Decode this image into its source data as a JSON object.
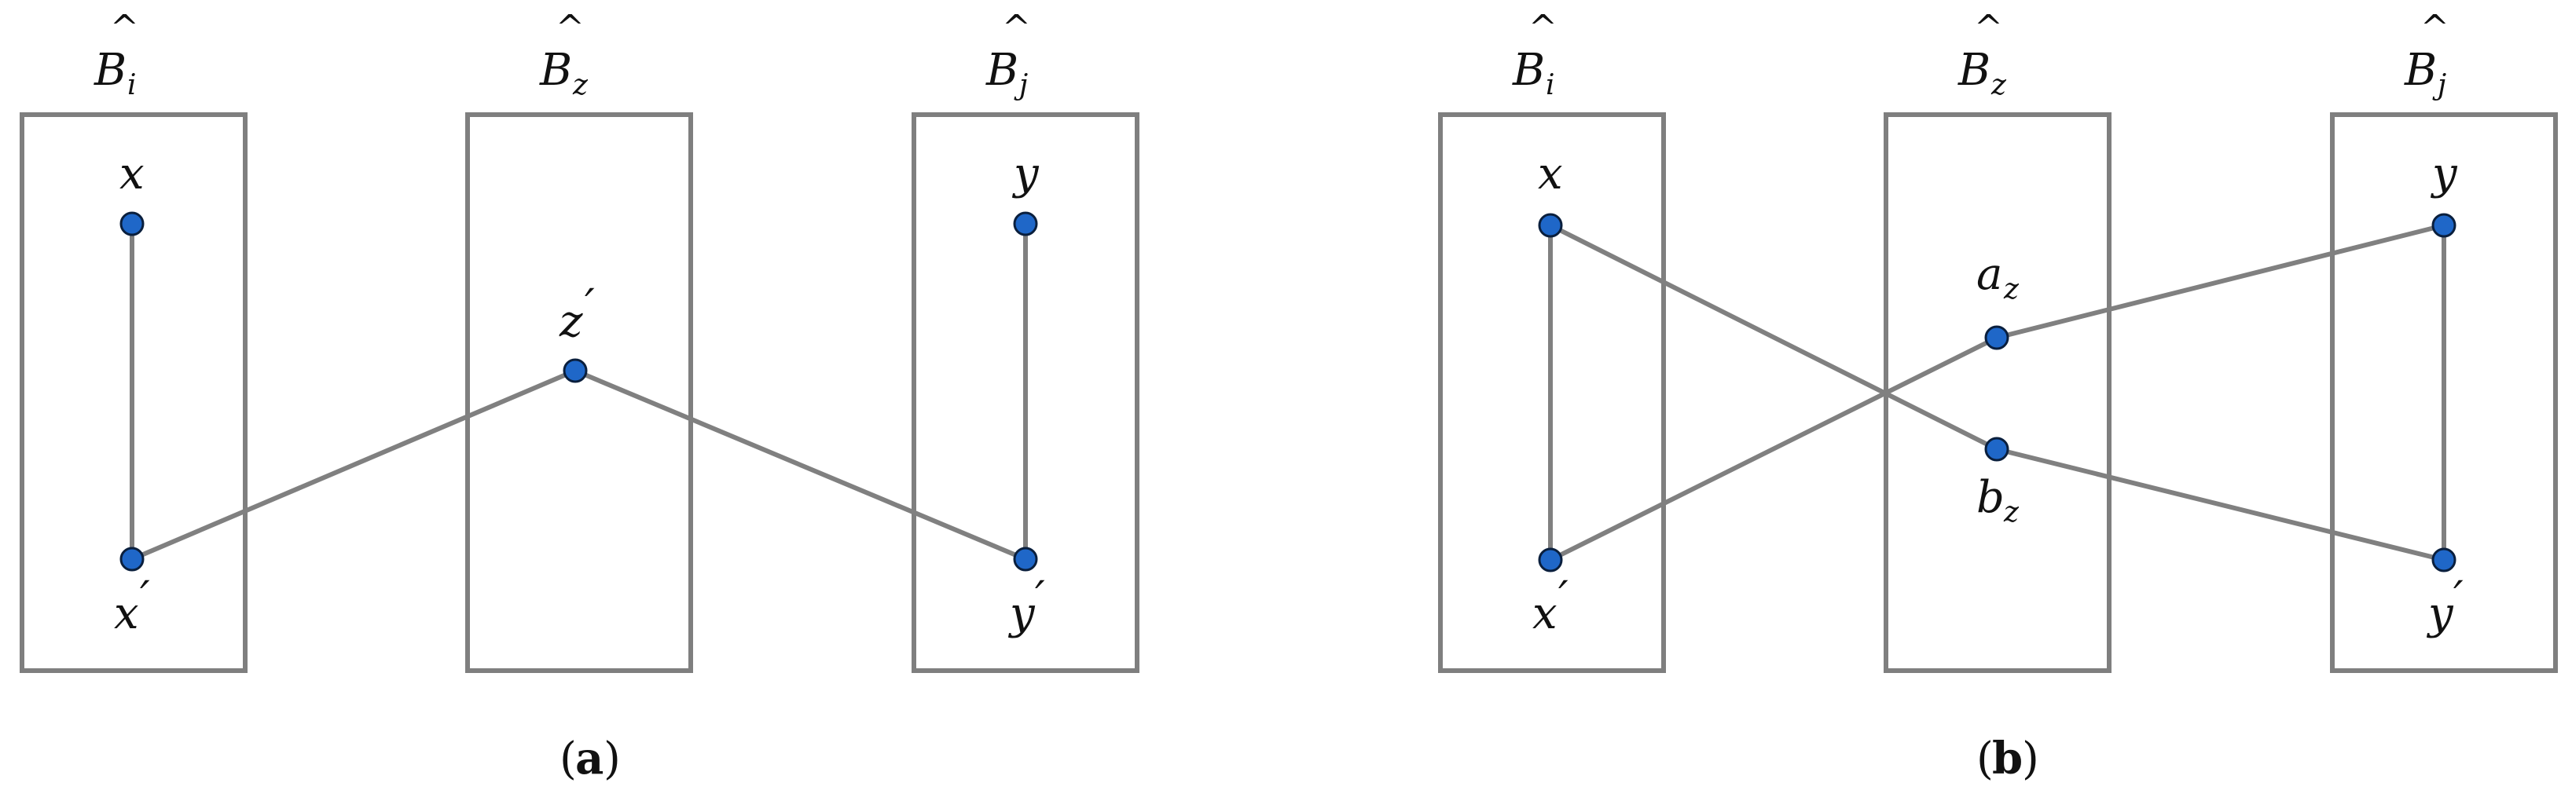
{
  "panels": [
    {
      "caption_open": "(",
      "caption_letter": "a",
      "caption_close": ")",
      "boxes": [
        {
          "base": "B",
          "hat": "^",
          "sub": "i"
        },
        {
          "base": "B",
          "hat": "^",
          "sub": "z"
        },
        {
          "base": "B",
          "hat": "^",
          "sub": "j"
        }
      ],
      "nodes": [
        {
          "base": "x",
          "prime": ""
        },
        {
          "base": "x",
          "prime": "′"
        },
        {
          "base": "z",
          "prime": "′"
        },
        {
          "base": "y",
          "prime": ""
        },
        {
          "base": "y",
          "prime": "′"
        }
      ]
    },
    {
      "caption_open": "(",
      "caption_letter": "b",
      "caption_close": ")",
      "boxes": [
        {
          "base": "B",
          "hat": "^",
          "sub": "i"
        },
        {
          "base": "B",
          "hat": "^",
          "sub": "z"
        },
        {
          "base": "B",
          "hat": "^",
          "sub": "j"
        }
      ],
      "nodes": [
        {
          "base": "x",
          "prime": ""
        },
        {
          "base": "x",
          "prime": "′"
        },
        {
          "base": "a",
          "sub": "z"
        },
        {
          "base": "b",
          "sub": "z"
        },
        {
          "base": "y",
          "prime": ""
        },
        {
          "base": "y",
          "prime": "′"
        }
      ]
    }
  ],
  "colors": {
    "box_stroke": "#7f7f7f",
    "edge_stroke": "#808080",
    "node_fill": "#1f67c8",
    "node_outline": "#0a1f3d"
  }
}
